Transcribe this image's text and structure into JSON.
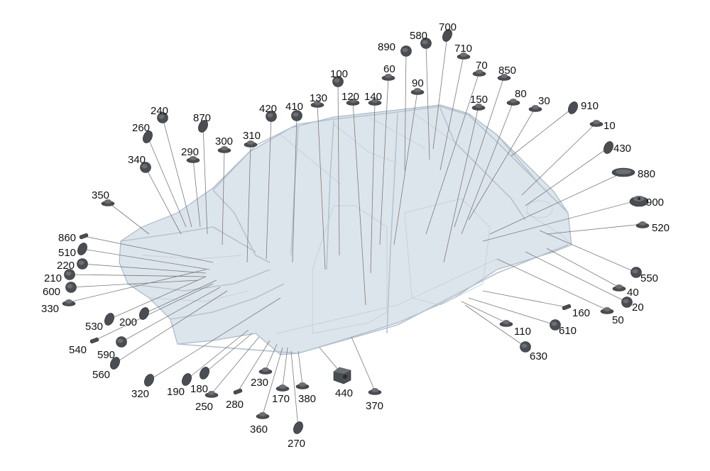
{
  "diagram": {
    "parts": [
      {
        "label": "700",
        "shape": "disc"
      },
      {
        "label": "580",
        "shape": "round"
      },
      {
        "label": "890",
        "shape": "round"
      },
      {
        "label": "710",
        "shape": "cap"
      },
      {
        "label": "70",
        "shape": "cap"
      },
      {
        "label": "850",
        "shape": "cap"
      },
      {
        "label": "60",
        "shape": "cap"
      },
      {
        "label": "90",
        "shape": "cap"
      },
      {
        "label": "100",
        "shape": "round"
      },
      {
        "label": "80",
        "shape": "cap"
      },
      {
        "label": "30",
        "shape": "cap"
      },
      {
        "label": "150",
        "shape": "cap"
      },
      {
        "label": "910",
        "shape": "disc"
      },
      {
        "label": "10",
        "shape": "cap"
      },
      {
        "label": "430",
        "shape": "disc"
      },
      {
        "label": "880",
        "shape": "flat"
      },
      {
        "label": "900",
        "shape": "large"
      },
      {
        "label": "520",
        "shape": "cap"
      },
      {
        "label": "550",
        "shape": "round"
      },
      {
        "label": "40",
        "shape": "cap"
      },
      {
        "label": "20",
        "shape": "round"
      },
      {
        "label": "50",
        "shape": "cap"
      },
      {
        "label": "160",
        "shape": "clip"
      },
      {
        "label": "610",
        "shape": "round"
      },
      {
        "label": "110",
        "shape": "cap"
      },
      {
        "label": "630",
        "shape": "round"
      },
      {
        "label": "370",
        "shape": "cap"
      },
      {
        "label": "440",
        "shape": "block"
      },
      {
        "label": "380",
        "shape": "cap"
      },
      {
        "label": "270",
        "shape": "disc"
      },
      {
        "label": "360",
        "shape": "cap"
      },
      {
        "label": "170",
        "shape": "cap"
      },
      {
        "label": "230",
        "shape": "cap"
      },
      {
        "label": "280",
        "shape": "clip"
      },
      {
        "label": "250",
        "shape": "cap"
      },
      {
        "label": "180",
        "shape": "disc"
      },
      {
        "label": "190",
        "shape": "disc"
      },
      {
        "label": "320",
        "shape": "disc"
      },
      {
        "label": "560",
        "shape": "disc"
      },
      {
        "label": "590",
        "shape": "round"
      },
      {
        "label": "540",
        "shape": "clip"
      },
      {
        "label": "200",
        "shape": "disc"
      },
      {
        "label": "530",
        "shape": "disc"
      },
      {
        "label": "330",
        "shape": "cap"
      },
      {
        "label": "600",
        "shape": "round"
      },
      {
        "label": "210",
        "shape": "round"
      },
      {
        "label": "220",
        "shape": "round"
      },
      {
        "label": "510",
        "shape": "disc"
      },
      {
        "label": "860",
        "shape": "clip"
      },
      {
        "label": "350",
        "shape": "cap"
      },
      {
        "label": "340",
        "shape": "round"
      },
      {
        "label": "260",
        "shape": "disc"
      },
      {
        "label": "240",
        "shape": "round"
      },
      {
        "label": "290",
        "shape": "cap"
      },
      {
        "label": "870",
        "shape": "disc"
      },
      {
        "label": "300",
        "shape": "cap"
      },
      {
        "label": "310",
        "shape": "cap"
      },
      {
        "label": "420",
        "shape": "round"
      },
      {
        "label": "410",
        "shape": "round"
      },
      {
        "label": "130",
        "shape": "cap"
      },
      {
        "label": "120",
        "shape": "cap"
      },
      {
        "label": "140",
        "shape": "cap"
      }
    ]
  },
  "colors": {
    "body": "#dde5ec",
    "body_stroke": "#aab8c6",
    "plug": "#4a4d52",
    "leader": "#7a7a7a",
    "label": "#111111"
  }
}
